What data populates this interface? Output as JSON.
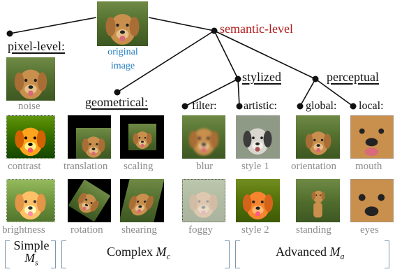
{
  "tree": {
    "root_label": "semantic-level",
    "original_line1": "original",
    "original_line2": "image",
    "pixel_level": "pixel-level:",
    "geometrical": "geometrical:",
    "stylized": "stylized",
    "perceptual": "perceptual",
    "filter": "filter:",
    "artistic": "artistic:",
    "global": "global:",
    "local": "local:"
  },
  "captions": {
    "noise": "noise",
    "contrast": "contrast",
    "brightness": "brightness",
    "translation": "translation",
    "scaling": "scaling",
    "rotation": "rotation",
    "shearing": "shearing",
    "blur": "blur",
    "foggy": "foggy",
    "style1": "style 1",
    "style2": "style 2",
    "orientation": "orientation",
    "standing": "standing",
    "mouth": "mouth",
    "eyes": "eyes"
  },
  "groups": {
    "simple_word": "Simple",
    "simple_var": "M",
    "simple_sub": "s",
    "complex_word": "Complex ",
    "complex_var": "M",
    "complex_sub": "c",
    "advanced_word": "Advanced ",
    "advanced_var": "M",
    "advanced_sub": "a"
  },
  "colors": {
    "root_label": "#b01a1a",
    "original_caption": "#1e7bbf",
    "captions": "#8c8c8c",
    "bracket": "#7a97ad",
    "dog_fur": "#c98f4d",
    "grass": "#5a7a33"
  },
  "icons": [
    "golden-retriever-photo"
  ]
}
